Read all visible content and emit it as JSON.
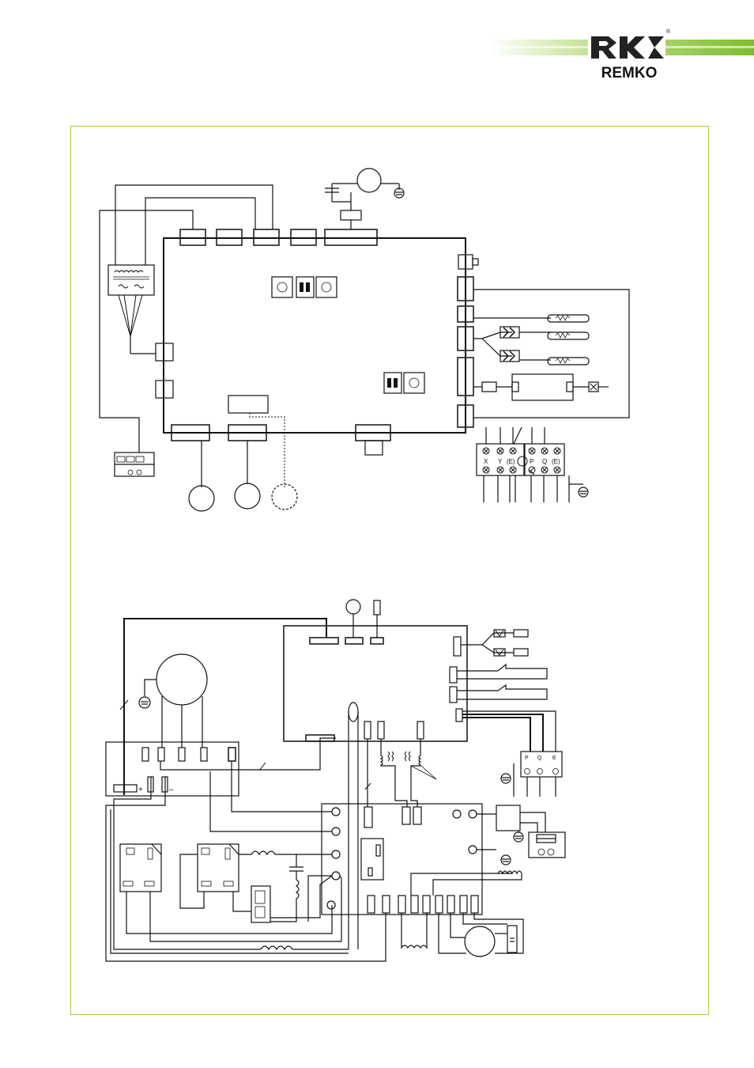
{
  "brand": {
    "name": "REMKO",
    "registered": "®",
    "accent_color": "#8dc63f",
    "frame_color": "#a6ce39"
  },
  "indoor_terminal_block": {
    "labels": [
      "X",
      "Y",
      "(E)",
      "P",
      "Q",
      "(E)"
    ]
  },
  "outdoor_terminal_block": {
    "labels": [
      "P",
      "Q",
      "E"
    ]
  }
}
